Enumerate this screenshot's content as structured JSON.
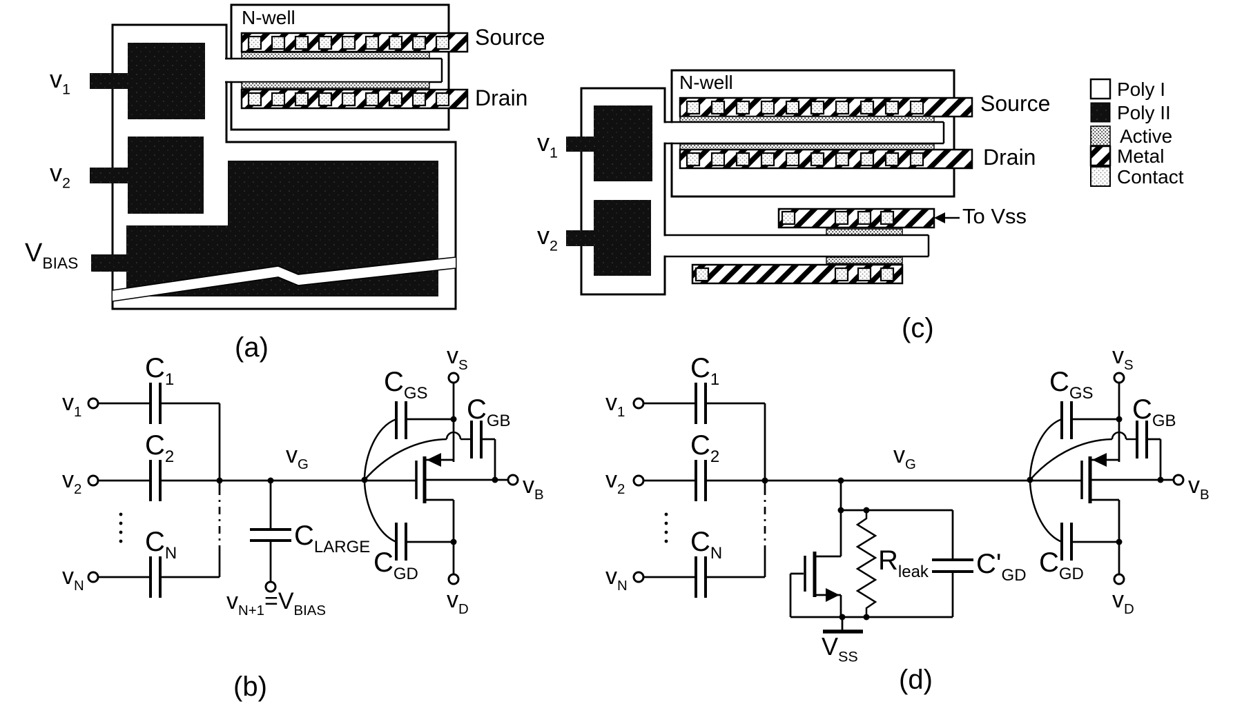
{
  "colors": {
    "ink": "#000000",
    "poly2_fill": "#101010",
    "paper": "#ffffff"
  },
  "legend": {
    "items": [
      {
        "label": "Poly I",
        "swatch": "poly1"
      },
      {
        "label": "Poly II",
        "swatch": "poly2"
      },
      {
        "label": "Active",
        "swatch": "active"
      },
      {
        "label": "Metal",
        "swatch": "metal"
      },
      {
        "label": "Contact",
        "swatch": "contact"
      }
    ]
  },
  "fig_a": {
    "caption": "(a)",
    "nwell": "N-well",
    "source": "Source",
    "drain": "Drain",
    "v1": {
      "t1": "v",
      "s1": "1"
    },
    "v2": {
      "t1": "v",
      "s1": "2"
    },
    "vbias": {
      "t1": "V",
      "s1": "BIAS"
    }
  },
  "fig_c": {
    "caption": "(c)",
    "nwell": "N-well",
    "source": "Source",
    "drain": "Drain",
    "to_vss": "To Vss",
    "v1": {
      "t1": "v",
      "s1": "1"
    },
    "v2": {
      "t1": "v",
      "s1": "2"
    }
  },
  "fig_b": {
    "caption": "(b)",
    "v1": {
      "t1": "v",
      "s1": "1"
    },
    "v2": {
      "t1": "v",
      "s1": "2"
    },
    "vn": {
      "t1": "v",
      "s1": "N"
    },
    "c1": {
      "t1": "C",
      "s1": "1"
    },
    "c2": {
      "t1": "C",
      "s1": "2"
    },
    "cn": {
      "t1": "C",
      "s1": "N"
    },
    "vg": {
      "t1": "v",
      "s1": "G"
    },
    "clarge": {
      "t1": "C",
      "s1": "LARGE"
    },
    "vbias_eq": {
      "t1": "v",
      "s1": "N+1",
      "t2": "=V",
      "s2": "BIAS"
    },
    "cgs": {
      "t1": "C",
      "s1": "GS"
    },
    "cgb": {
      "t1": "C",
      "s1": "GB"
    },
    "cgd": {
      "t1": "C",
      "s1": "GD"
    },
    "vs": {
      "t1": "v",
      "s1": "S"
    },
    "vb": {
      "t1": "v",
      "s1": "B"
    },
    "vd": {
      "t1": "v",
      "s1": "D"
    }
  },
  "fig_d": {
    "caption": "(d)",
    "v1": {
      "t1": "v",
      "s1": "1"
    },
    "v2": {
      "t1": "v",
      "s1": "2"
    },
    "vn": {
      "t1": "v",
      "s1": "N"
    },
    "c1": {
      "t1": "C",
      "s1": "1"
    },
    "c2": {
      "t1": "C",
      "s1": "2"
    },
    "cn": {
      "t1": "C",
      "s1": "N"
    },
    "vg": {
      "t1": "v",
      "s1": "G"
    },
    "rleak": {
      "t1": "R",
      "s1": "leak"
    },
    "cgd_prime": {
      "t1": "C'",
      "s1": "GD"
    },
    "vss": {
      "t1": "V",
      "s1": "SS"
    },
    "cgs": {
      "t1": "C",
      "s1": "GS"
    },
    "cgb": {
      "t1": "C",
      "s1": "GB"
    },
    "cgd": {
      "t1": "C",
      "s1": "GD"
    },
    "vs": {
      "t1": "v",
      "s1": "S"
    },
    "vb": {
      "t1": "v",
      "s1": "B"
    },
    "vd": {
      "t1": "v",
      "s1": "D"
    }
  }
}
